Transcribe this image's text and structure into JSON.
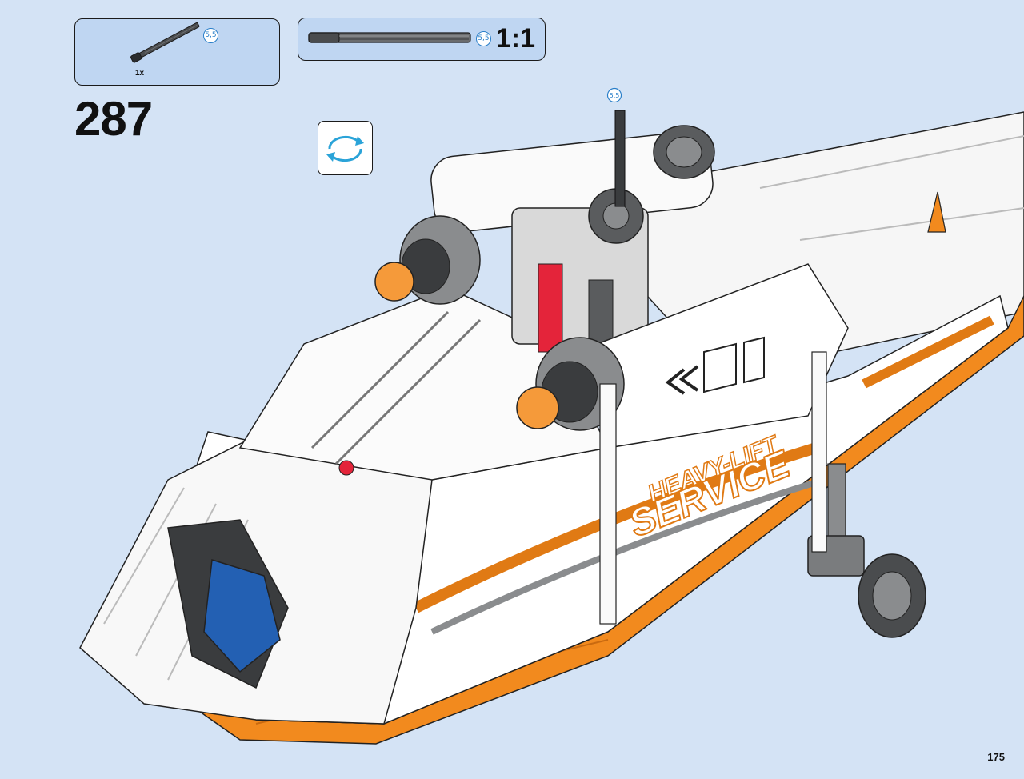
{
  "parts_callout": {
    "quantity": "1x",
    "part_length": "5,5",
    "part_icon": "technic-axle-icon"
  },
  "scale_callout": {
    "part_length": "5,5",
    "scale_label": "1:1",
    "part_icon": "axle-actual-size-icon"
  },
  "step": {
    "number": "287"
  },
  "rotate": {
    "icon": "rotate-model-icon"
  },
  "model": {
    "axle_length": "5,5",
    "decal_top": "HEAVY-LIFT",
    "decal_bottom": "SERVICE"
  },
  "page": {
    "number": "175"
  },
  "colors": {
    "background": "#d4e3f5",
    "callout": "#bfd6f2",
    "badge": "#2a7fc9",
    "orange": "#f28a1e",
    "white": "#ffffff",
    "grey": "#8a8c8e"
  }
}
